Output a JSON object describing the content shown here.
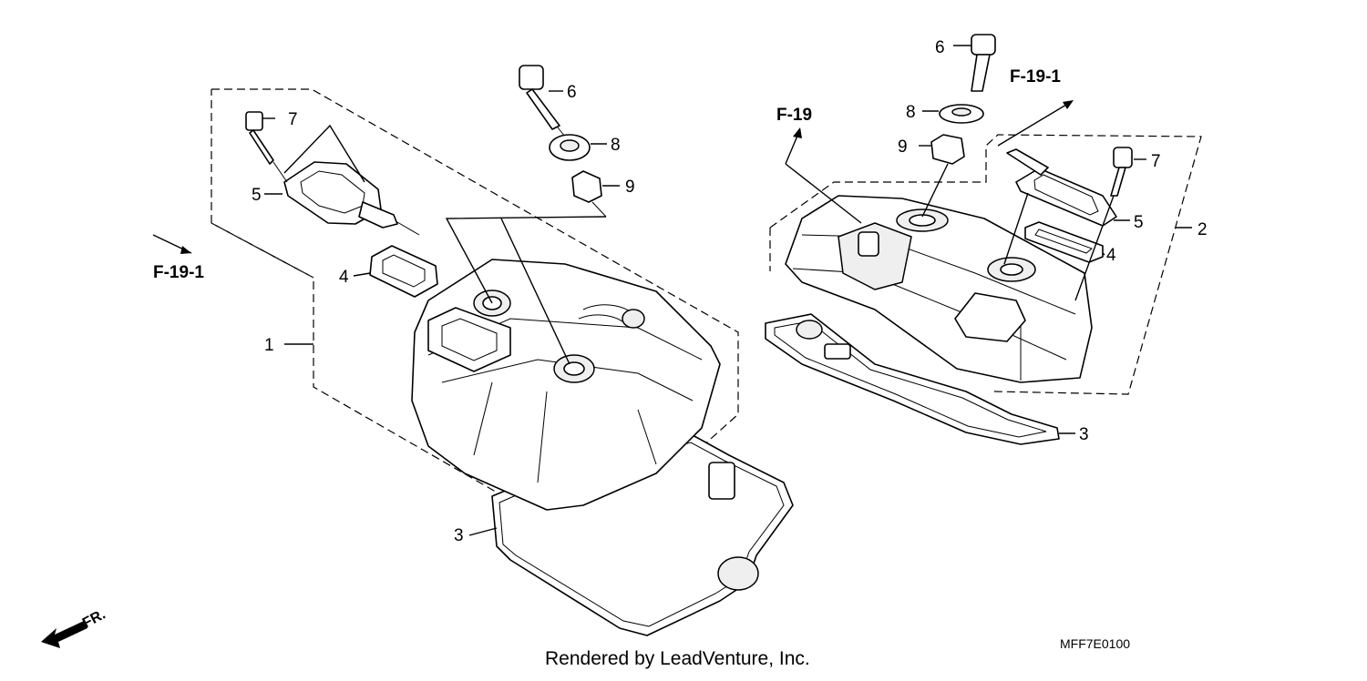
{
  "labels": {
    "left_1": "1",
    "left_3": "3",
    "left_4": "4",
    "left_5": "5",
    "left_6": "6",
    "left_7": "7",
    "left_8": "8",
    "left_9": "9",
    "right_2": "2",
    "right_3": "3",
    "right_4": "4",
    "right_5": "5",
    "right_6": "6",
    "right_7": "7",
    "right_8": "8",
    "right_9": "9"
  },
  "references": {
    "left_f191": "F-19-1",
    "right_f19": "F-19",
    "right_f191": "F-19-1"
  },
  "direction": "FR.",
  "diagram_code": "MFF7E0100",
  "credit": "Rendered by LeadVenture, Inc."
}
